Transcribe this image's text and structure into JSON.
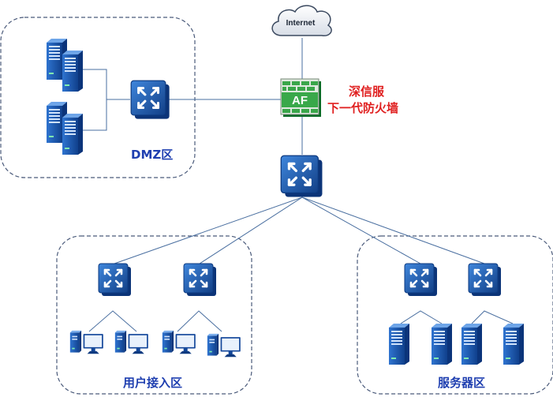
{
  "internet": {
    "label": "Internet"
  },
  "firewall": {
    "badge": "AF",
    "name_line1": "深信服",
    "name_line2": "下一代防火墙"
  },
  "zones": {
    "dmz": "DMZ区",
    "user_access": "用户接入区",
    "server": "服务器区"
  },
  "colors": {
    "zone_border": "#4a5a7a",
    "link": "#4a6fa0",
    "switch_fill": "#1d5fb8",
    "firewall_green": "#3aa64a",
    "label_blue": "#1f3fb0",
    "label_red": "#e02020"
  }
}
